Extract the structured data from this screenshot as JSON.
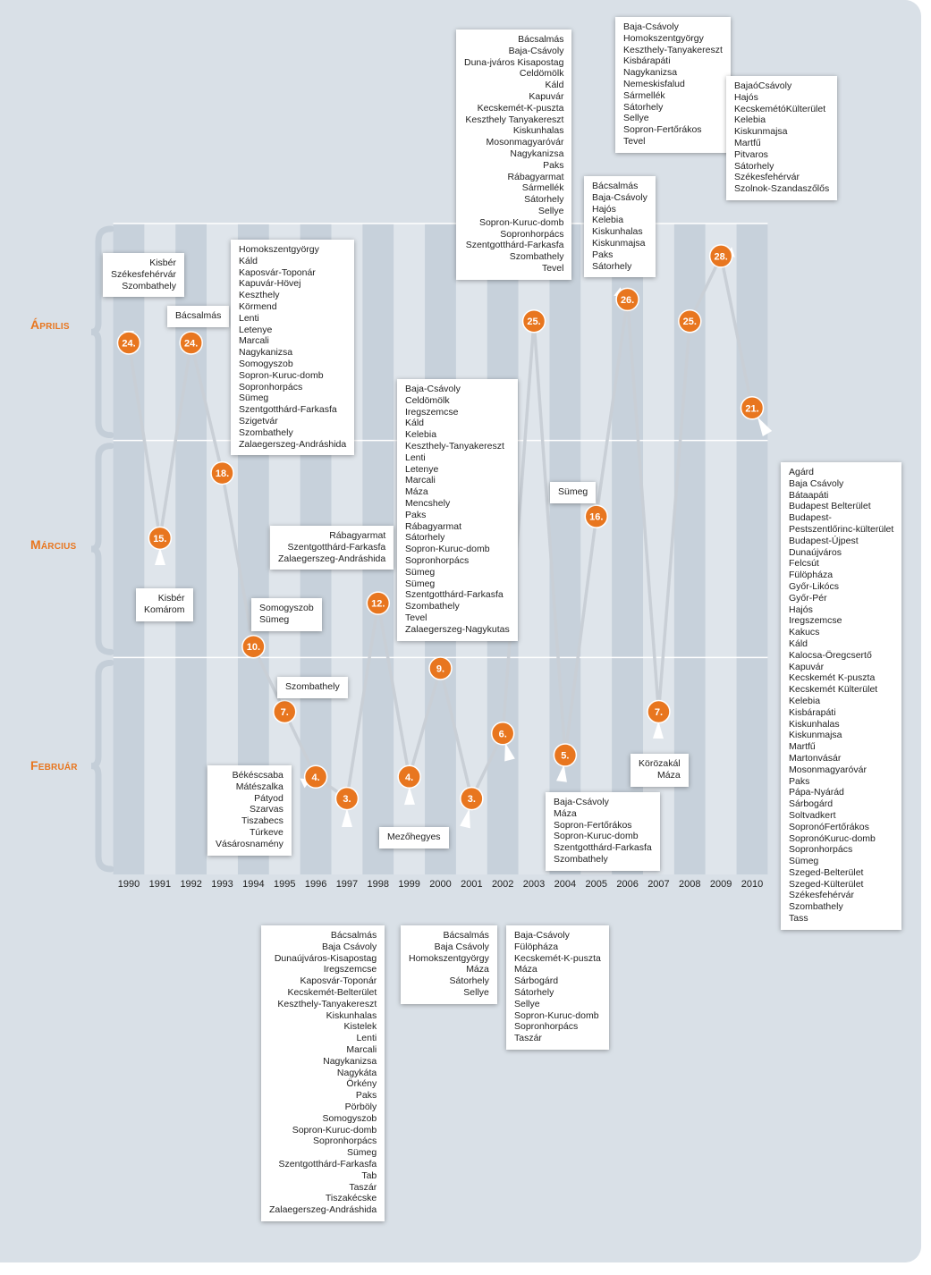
{
  "chart_data": {
    "type": "line",
    "x": [
      "1990",
      "1991",
      "1992",
      "1993",
      "1994",
      "1995",
      "1996",
      "1997",
      "1998",
      "1999",
      "2000",
      "2001",
      "2002",
      "2003",
      "2004",
      "2005",
      "2006",
      "2007",
      "2008",
      "2009",
      "2010"
    ],
    "series": [
      {
        "values": [
          24.5,
          15.5,
          24.5,
          18.5,
          10.5,
          7.5,
          4.5,
          3.5,
          12.5,
          4.5,
          9.5,
          3.5,
          6.5,
          25.5,
          5.5,
          16.5,
          26.5,
          7.5,
          25.5,
          28.5,
          21.5
        ],
        "labels": [
          "24.",
          "15.",
          "24.",
          "18.",
          "10.",
          "7.",
          "4.",
          "3.",
          "12.",
          "4.",
          "9.",
          "3.",
          "6.",
          "25.",
          "5.",
          "16.",
          "26.",
          "7.",
          "25.",
          "28.",
          "21."
        ]
      }
    ],
    "y_bands": [
      "Február",
      "Március",
      "Április"
    ],
    "ylim": [
      0,
      30
    ],
    "colors": {
      "marker": "#e8761f",
      "line": "#c9cfd6",
      "month_label": "#e8761f"
    },
    "annotations": [
      {
        "year": "1990",
        "lines": [
          "Kisbér",
          "Székesfehérvár",
          "Szombathely"
        ]
      },
      {
        "year": "1991",
        "lines": [
          "Kisbér",
          "Komárom"
        ]
      },
      {
        "year": "1992",
        "lines": [
          "Bácsalmás"
        ]
      },
      {
        "year": "1993",
        "lines": [
          "Homokszentgyörgy",
          "Káld",
          "Kaposvár-Toponár",
          "Kapuvár-Hövej",
          "Keszthely",
          "Körmend",
          "Lenti",
          "Letenye",
          "Marcali",
          "Nagykanizsa",
          "Somogyszob",
          "Sopron-Kuruc-domb",
          "Sopronhorpács",
          "Sümeg",
          "Szentgotthárd-Farkasfa",
          "Szigetvár",
          "Szombathely",
          "Zalaegerszeg-Andráshida"
        ]
      },
      {
        "year": "1994",
        "lines": [
          "Somogyszob",
          "Sümeg"
        ]
      },
      {
        "year": "1995",
        "lines": [
          "Szombathely"
        ]
      },
      {
        "year": "1996",
        "lines": [
          "Békéscsaba",
          "Mátészalka",
          "Pátyod",
          "Szarvas",
          "Tiszabecs",
          "Túrkeve",
          "Vásárosnamény"
        ]
      },
      {
        "year": "1997",
        "lines": [
          "Bácsalmás",
          "Baja Csávoly",
          "Dunaújváros-Kisapostag",
          "Iregszemcse",
          "Kaposvár-Toponár",
          "Kecskemét-Belterület",
          "Keszthely-Tanyakereszt",
          "Kiskunhalas",
          "Kistelek",
          "Lenti",
          "Marcali",
          "Nagykanizsa",
          "Nagykáta",
          "Örkény",
          "Paks",
          "Pörböly",
          "Somogyszob",
          "Sopron-Kuruc-domb",
          "Sopronhorpács",
          "Sümeg",
          "Szentgotthárd-Farkasfa",
          "Tab",
          "Taszár",
          "Tiszakécske",
          "Zalaegerszeg-Andráshida"
        ]
      },
      {
        "year": "1998",
        "lines": [
          "Rábagyarmat",
          "Szentgotthárd-Farkasfa",
          "Zalaegerszeg-Andráshida"
        ]
      },
      {
        "year": "1999",
        "lines": [
          "Mezőhegyes"
        ]
      },
      {
        "year": "2000",
        "lines": [
          "Baja-Csávoly",
          "Celdömölk",
          "Iregszemcse",
          "Káld",
          "Kelebia",
          "Keszthely-Tanyakereszt",
          "Lenti",
          "Letenye",
          "Marcali",
          "Máza",
          "Mencshely",
          "Paks",
          "Rábagyarmat",
          "Sátorhely",
          "Sopron-Kuruc-domb",
          "Sopronhorpács",
          "Sümeg",
          "Sümeg",
          "Szentgotthárd-Farkasfa",
          "Szombathely",
          "Tevel",
          "Zalaegerszeg-Nagykutas"
        ]
      },
      {
        "year": "2001",
        "lines": [
          "Bácsalmás",
          "Baja Csávoly",
          "Homokszentgyörgy",
          "Máza",
          "Sátorhely",
          "Sellye"
        ]
      },
      {
        "year": "2002",
        "lines": [
          "Baja-Csávoly",
          "Fülöpháza",
          "Kecskemét-K-puszta",
          "Máza",
          "Sárbogárd",
          "Sátorhely",
          "Sellye",
          "Sopron-Kuruc-domb",
          "Sopronhorpács",
          "Taszár"
        ]
      },
      {
        "year": "2003",
        "lines": [
          "Bácsalmás",
          "Baja-Csávoly",
          "Duna-jváros Kisapostag",
          "Celdömölk",
          "Káld",
          "Kapuvár",
          "Kecskemét-K-puszta",
          "Keszthely Tanyakereszt",
          "Kiskunhalas",
          "Mosonmagyaróvár",
          "Nagykanizsa",
          "Paks",
          "Rábagyarmat",
          "Sármellék",
          "Sátorhely",
          "Sellye",
          "Sopron-Kuruc-domb",
          "Sopronhorpács",
          "Szentgotthárd-Farkasfa",
          "Szombathely",
          "Tevel"
        ]
      },
      {
        "year": "2004",
        "lines": [
          "Baja-Csávoly",
          "Máza",
          "Sopron-Fertőrákos",
          "Sopron-Kuruc-domb",
          "Szentgotthárd-Farkasfa",
          "Szombathely"
        ]
      },
      {
        "year": "2005",
        "lines": [
          "Sümeg"
        ]
      },
      {
        "year": "2006",
        "lines": [
          "Bácsalmás",
          "Baja-Csávoly",
          "Hajós",
          "Kelebia",
          "Kiskunhalas",
          "Kiskunmajsa",
          "Paks",
          "Sátorhely"
        ]
      },
      {
        "year": "2007",
        "lines": [
          "Körözakál",
          "Máza"
        ]
      },
      {
        "year": "2008",
        "lines": [
          "Baja-Csávoly",
          "Homokszentgyörgy",
          "Keszthely-Tanyakereszt",
          "Kisbárapáti",
          "Nagykanizsa",
          "Nemeskisfalud",
          "Sármellék",
          "Sátorhely",
          "Sellye",
          "Sopron-Fertőrákos",
          "Tevel"
        ]
      },
      {
        "year": "2009",
        "lines": [
          "BajaóCsávoly",
          "Hajós",
          "KecskemétóKülterület",
          "Kelebia",
          "Kiskunmajsa",
          "Martfű",
          "Pitvaros",
          "Sátorhely",
          "Székesfehérvár",
          "Szolnok-Szandaszőlős"
        ]
      },
      {
        "year": "2010",
        "lines": [
          "Agárd",
          "Baja Csávoly",
          "Bátaapáti",
          "Budapest Belterület",
          "Budapest-",
          "Pestszentlőrinc-külterület",
          "Budapest-Újpest",
          "Dunaújváros",
          "Felcsút",
          "Fülöpháza",
          "Győr-Likócs",
          "Győr-Pér",
          "Hajós",
          "Iregszemcse",
          "Kakucs",
          "Káld",
          "Kalocsa-Öregcsertő",
          "Kapuvár",
          "Kecskemét K-puszta",
          "Kecskemét Külterület",
          "Kelebia",
          "Kisbárapáti",
          "Kiskunhalas",
          "Kiskunmajsa",
          "Martfű",
          "Martonvásár",
          "Mosonmagyaróvár",
          "Paks",
          "Pápa-Nyárád",
          "Sárbogárd",
          "Soltvadkert",
          "SopronóFertőrákos",
          "SopronóKuruc-domb",
          "Sopronhorpács",
          "Sümeg",
          "Szeged-Belterület",
          "Szeged-Külterület",
          "Székesfehérvár",
          "Szombathely",
          "Tass"
        ]
      }
    ]
  }
}
